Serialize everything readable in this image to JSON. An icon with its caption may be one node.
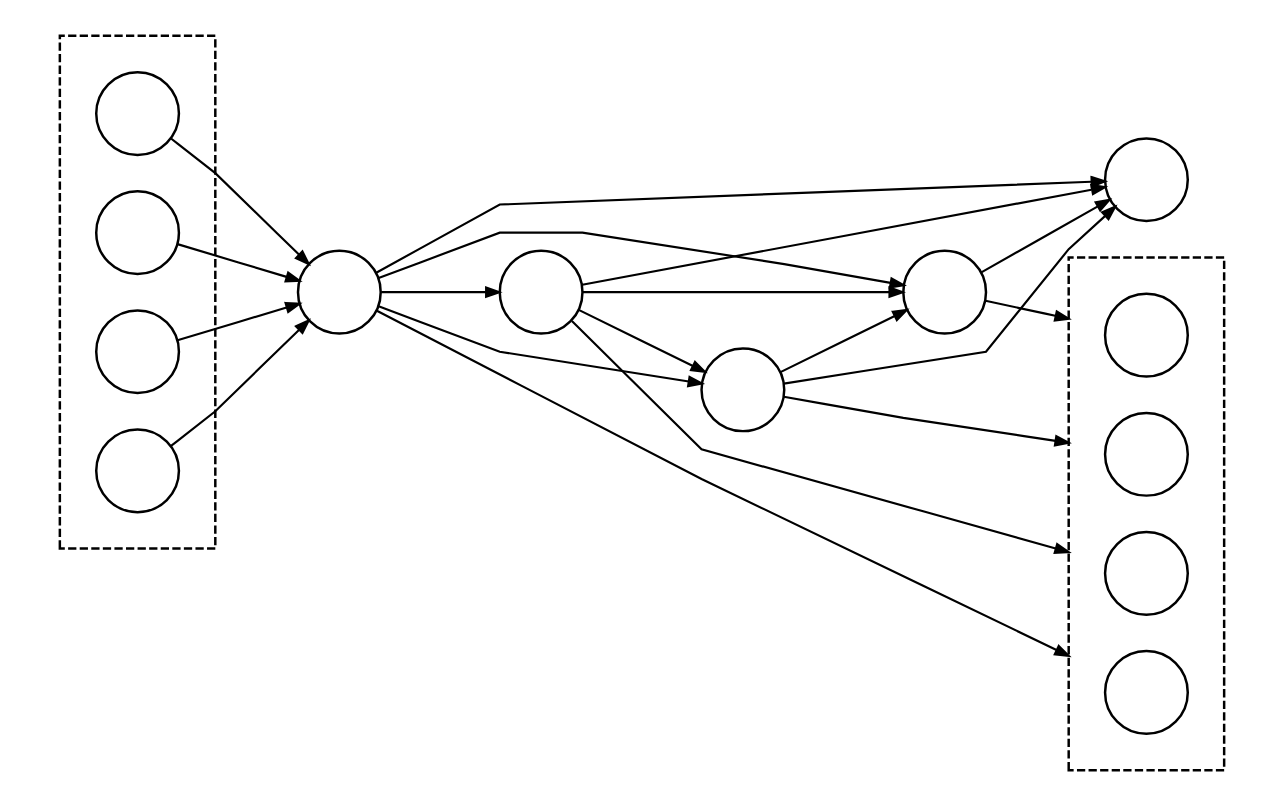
{
  "diagram": {
    "nodes": [
      {
        "text": [],
        "shape": "box"
      },
      {
        "text": [],
        "shape": "circle",
        "in": 0
      },
      {
        "text": [],
        "shape": "circle",
        "in": 0
      },
      {
        "text": [],
        "shape": "circle",
        "in": 0
      },
      {
        "text": [],
        "shape": "circle",
        "in": 0
      },
      {
        "text": [],
        "shape": "circle"
      },
      {
        "text": [],
        "shape": "circle"
      },
      {
        "text": [],
        "shape": "circle"
      },
      {
        "text": [],
        "shape": "circle"
      },
      {
        "text": [],
        "shape": "box"
      },
      {
        "text": [],
        "shape": "circle",
        "in": 9
      },
      {
        "text": [],
        "shape": "circle",
        "in": 9
      },
      {
        "text": [],
        "shape": "circle",
        "in": 9
      },
      {
        "text": [],
        "shape": "circle",
        "in": 9
      },
      {
        "text": [],
        "shape": "circle"
      }
    ],
    "edges": [
      {
        "from": 1,
        "to": 5,
        "arrow": "to"
      },
      {
        "from": 2,
        "to": 5,
        "arrow": "to"
      },
      {
        "from": 3,
        "to": 5,
        "arrow": "to"
      },
      {
        "from": 4,
        "to": 5,
        "arrow": "to"
      },
      {
        "from": 5,
        "to": 9,
        "arrow": "to"
      },
      {
        "from": 5,
        "to": 7,
        "arrow": "to"
      },
      {
        "from": 5,
        "to": 8,
        "arrow": "to"
      },
      {
        "from": 5,
        "to": 6,
        "arrow": "to"
      },
      {
        "from": 6,
        "to": 9,
        "arrow": "to"
      },
      {
        "from": 6,
        "to": 8,
        "arrow": "to"
      },
      {
        "from": 6,
        "to": 7,
        "arrow": "to"
      },
      {
        "from": 7,
        "to": 9,
        "arrow": "to"
      },
      {
        "from": 7,
        "to": 8,
        "arrow": "to"
      },
      {
        "from": 8,
        "to": 9,
        "arrow": "to"
      },
      {
        "from": 5,
        "to": 14,
        "arrow": "to"
      },
      {
        "from": 6,
        "to": 14,
        "arrow": "to"
      },
      {
        "from": 7,
        "to": 14,
        "arrow": "to"
      },
      {
        "from": 8,
        "to": 14,
        "arrow": "to"
      }
    ]
  }
}
